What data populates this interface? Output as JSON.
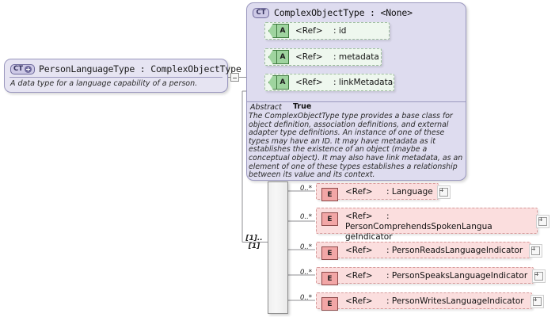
{
  "diagram": {
    "kind": "xsd-schema-diagram",
    "colors": {
      "complex_type_fill": "#e6e4f2",
      "complex_type_border": "#9b98bf",
      "base_type_fill": "#dedcef",
      "attribute_fill": "#eef7ee",
      "attribute_border": "#9fbf9f",
      "element_fill": "#fbdede",
      "element_border": "#d79a9a",
      "sequence_fill": "#f2f2f2"
    }
  },
  "root_type": {
    "icon": "complex-type-plus-icon",
    "icon_label": "CT",
    "title": "PersonLanguageType : ComplexObjectType",
    "documentation": "A data type for a language capability of a person.",
    "toggle": "minus-toggle"
  },
  "base_type": {
    "icon": "complex-type-icon",
    "icon_label": "CT",
    "title": "ComplexObjectType : <None>",
    "attributes": [
      {
        "icon": "attribute-icon",
        "icon_label": "A",
        "ref": "<Ref>",
        "name": ": id"
      },
      {
        "icon": "attribute-icon",
        "icon_label": "A",
        "ref": "<Ref>",
        "name": ": metadata"
      },
      {
        "icon": "attribute-icon",
        "icon_label": "A",
        "ref": "<Ref>",
        "name": ": linkMetadata"
      }
    ],
    "abstract_label": "Abstract",
    "abstract_value": "True",
    "documentation": "The ComplexObjectType type provides a base class for object definition, association definitions, and external adapter type definitions. An instance of one of these types may have an ID. It may have metadata as it establishes the existence of an object (maybe a conceptual object). It may also have link metadata, as an element of one of these types establishes a relationship between its value and its context."
  },
  "sequence": {
    "icon": "sequence-compositor-icon",
    "cardinality": "[1]..[1]"
  },
  "elements": [
    {
      "icon": "element-icon",
      "icon_label": "E",
      "occurrence": "0..*",
      "ref": "<Ref>",
      "name": ": Language",
      "expand": "expand-plus-icon"
    },
    {
      "icon": "element-icon",
      "icon_label": "E",
      "occurrence": "0..*",
      "ref": "<Ref>",
      "name": ": PersonComprehendsSpokenLangua geIndicator",
      "expand": "expand-plus-icon"
    },
    {
      "icon": "element-icon",
      "icon_label": "E",
      "occurrence": "0..*",
      "ref": "<Ref>",
      "name": ": PersonReadsLanguageIndicator",
      "expand": "expand-plus-icon"
    },
    {
      "icon": "element-icon",
      "icon_label": "E",
      "occurrence": "0..*",
      "ref": "<Ref>",
      "name": ": PersonSpeaksLanguageIndicator",
      "expand": "expand-plus-icon"
    },
    {
      "icon": "element-icon",
      "icon_label": "E",
      "occurrence": "0..*",
      "ref": "<Ref>",
      "name": ": PersonWritesLanguageIndicator",
      "expand": "expand-plus-icon"
    }
  ]
}
